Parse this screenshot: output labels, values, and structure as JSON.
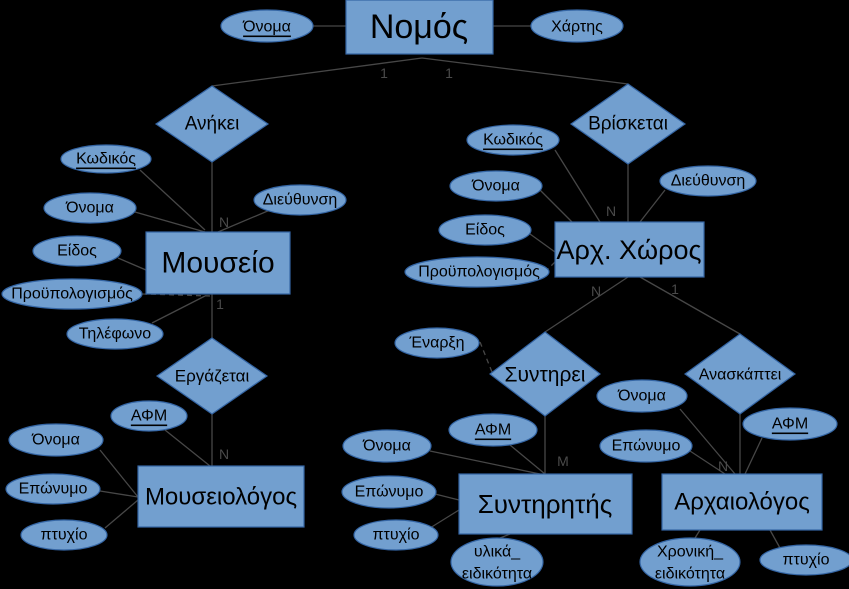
{
  "entities": {
    "nomos": "Νομός",
    "mouseio": "Μουσείο",
    "mouseiologos": "Μουσειολόγος",
    "arx_xoros": "Αρχ. Χώρος",
    "syntiritis": "Συντηρητής",
    "arxaiologos": "Αρχαιολόγος"
  },
  "relationships": {
    "anikei": "Ανήκει",
    "vrisketai": "Βρίσκεται",
    "ergazetai": "Εργάζεται",
    "syntirei": "Συντηρει",
    "anaskaptei": "Ανασκάπτει"
  },
  "attributes": {
    "nomos": {
      "onoma": "Όνομα",
      "xartis": "Χάρτης"
    },
    "mouseio": {
      "kodikos": "Κωδικός",
      "onoma": "Όνομα",
      "dieuthinsi": "Διεύθυνση",
      "eidos": "Είδος",
      "proypologismos": "Προϋπολογισμός",
      "tilefono": "Τηλέφωνο"
    },
    "mouseiologos": {
      "afm": "ΑΦΜ",
      "onoma": "Όνομα",
      "eponymo": "Επώνυμο",
      "ptyxio": "πτυχίο"
    },
    "arx_xoros": {
      "kodikos": "Κωδικός",
      "onoma": "Όνομα",
      "dieuthinsi": "Διεύθυνση",
      "eidos": "Είδος",
      "proypologismos": "Προϋπολογισμός"
    },
    "syntirei": {
      "enarxi": "Έναρξη"
    },
    "syntiritis": {
      "afm": "ΑΦΜ",
      "onoma": "Όνομα",
      "eponymo": "Επώνυμο",
      "ptyxio": "πτυχίο",
      "ylika_line1": "υλικά_",
      "ylika_line2": "ειδικότητα"
    },
    "arxaiologos": {
      "onoma": "Όνομα",
      "eponymo": "Επώνυμο",
      "afm": "ΑΦΜ",
      "xroniki_line1": "Χρονική_",
      "xroniki_line2": "ειδικότητα",
      "ptyxio": "πτυχίο"
    }
  },
  "cardinalities": {
    "nomos_anikei": "1",
    "nomos_vrisketai": "1",
    "mouseio_anikei": "N",
    "mouseio_ergazetai": "1",
    "mouseiologos_ergazetai": "N",
    "arx_xoros_vrisketai": "N",
    "arx_xoros_syntirei": "N",
    "arx_xoros_anaskaptei": "1",
    "syntiritis_syntirei": "M",
    "arxaiologos_anaskaptei": "N"
  },
  "colors": {
    "fill": "#729fcf",
    "stroke": "#3465a4",
    "background": "#000000"
  }
}
